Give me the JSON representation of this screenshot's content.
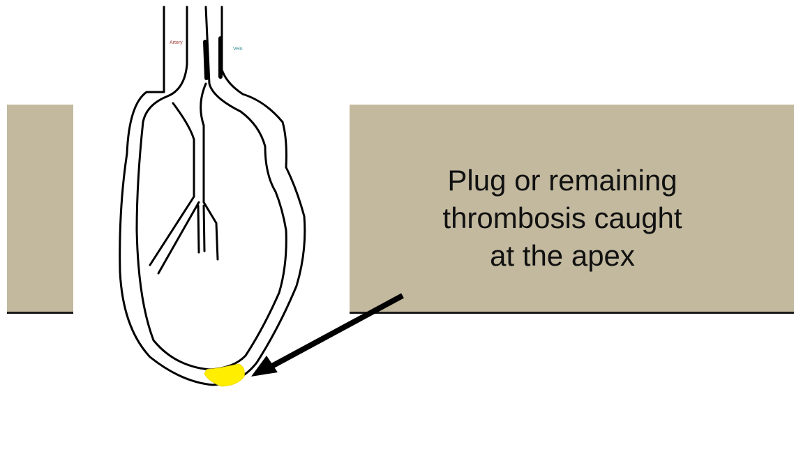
{
  "slide": {
    "background_band_color": "#c2b99e",
    "caption": "Plug or remaining\nthrombosis caught\nat the apex"
  },
  "diagram": {
    "subject": "vascular loop with arterial and venous limbs",
    "labels": {
      "artery": "Artery",
      "vein": "Vein"
    },
    "colors": {
      "outline": "#000000",
      "artery_label": "#9b3a30",
      "vein_label": "#2f8c96",
      "thrombus": "#ffee00"
    },
    "highlight": "thrombus at apex",
    "pointer": "arrow-icon"
  }
}
